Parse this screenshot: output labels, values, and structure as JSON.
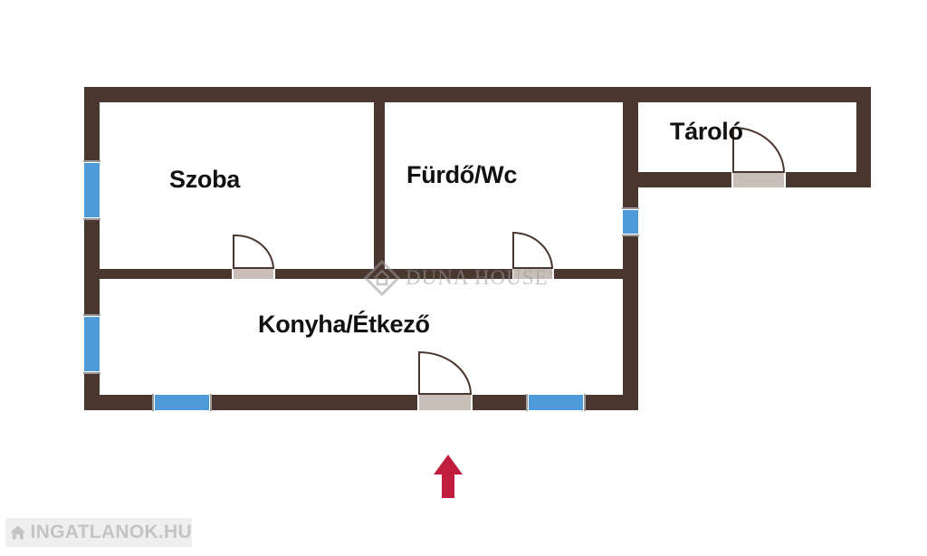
{
  "rooms": {
    "szoba": "Szoba",
    "furdo": "Fürdő/Wc",
    "tarolo": "Tároló",
    "konyha": "Konyha/Étkező"
  },
  "watermark": {
    "text": "DUNA HOUSE",
    "mark": "®"
  },
  "badge": {
    "text": "INGATLANOK.HU"
  },
  "colors": {
    "wall": "#4a3730",
    "window": "#4f9ad8",
    "door_floor": "#c9bfb8",
    "entrance_arrow": "#c11d3c"
  },
  "icons": [
    "duna-house-logo-icon",
    "entrance-arrow-icon",
    "house-icon"
  ]
}
